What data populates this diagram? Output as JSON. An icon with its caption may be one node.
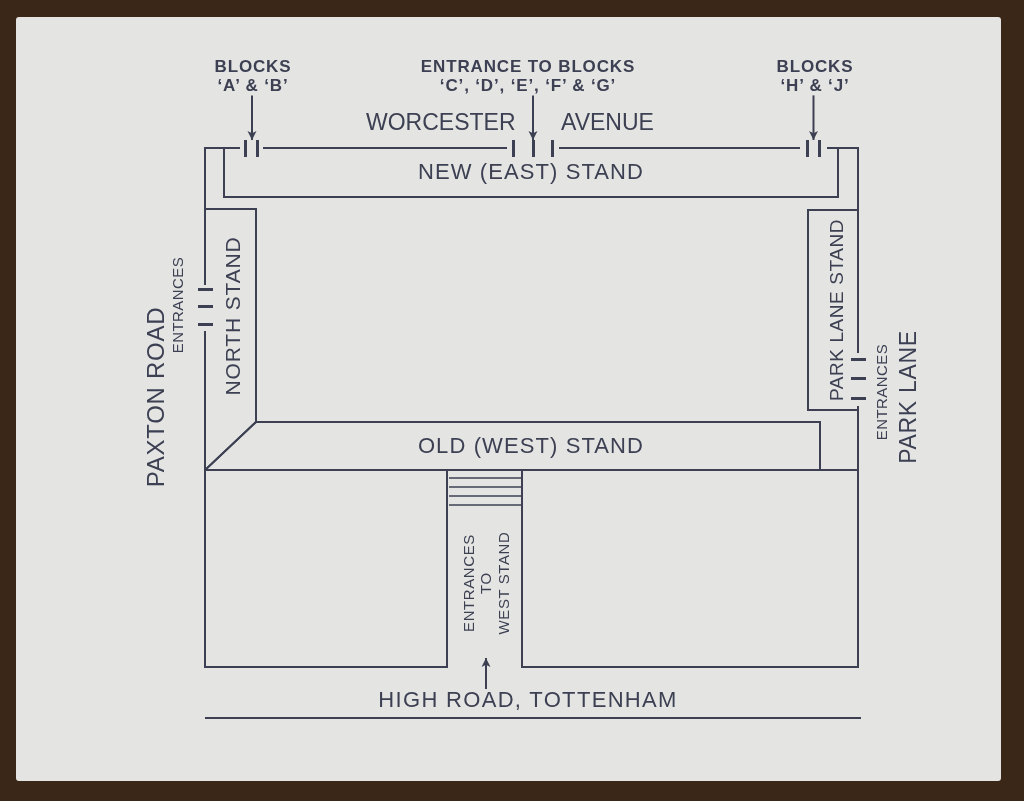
{
  "diagram": {
    "nodes": [
      {
        "text": [
          "BLOCKS ‘A’ & ‘B’"
        ]
      },
      {
        "text": [
          "ENTRANCE TO BLOCKS ‘C’, ‘D’, ‘E’, ‘F’ & ‘G’"
        ]
      },
      {
        "text": [
          "BLOCKS ‘H’ & ‘J’"
        ]
      },
      {
        "text": [],
        "shape": "bar"
      },
      {
        "text": [],
        "shape": "bar"
      },
      {
        "text": [],
        "shape": "bar"
      },
      {
        "text": [
          "NEW (EAST) STAND"
        ]
      },
      {
        "text": [
          "NORTH STAND"
        ]
      },
      {
        "text": [
          "PARK LANE STAND"
        ]
      },
      {
        "text": [
          "OLD (WEST) STAND"
        ]
      },
      {
        "text": [],
        "shape": "box"
      },
      {
        "text": [
          "ENTRANCES TO WEST STAND"
        ]
      },
      {
        "text": [],
        "shape": "box"
      },
      {
        "text": [
          "HIGH ROAD, TOTTENHAM"
        ]
      }
    ],
    "edges": [
      {
        "from": 0,
        "to": 3,
        "arrow": "to"
      },
      {
        "from": 1,
        "to": 4,
        "arrow": "to"
      },
      {
        "from": 2,
        "to": 5,
        "arrow": "to"
      },
      {
        "from": 13,
        "to": 11,
        "arrow": "to"
      }
    ],
    "labels": [
      "WORCESTER",
      "AVENUE",
      "PAXTON ROAD",
      "ENTRANCES",
      "ENTRANCES",
      "PARK LANE"
    ]
  }
}
